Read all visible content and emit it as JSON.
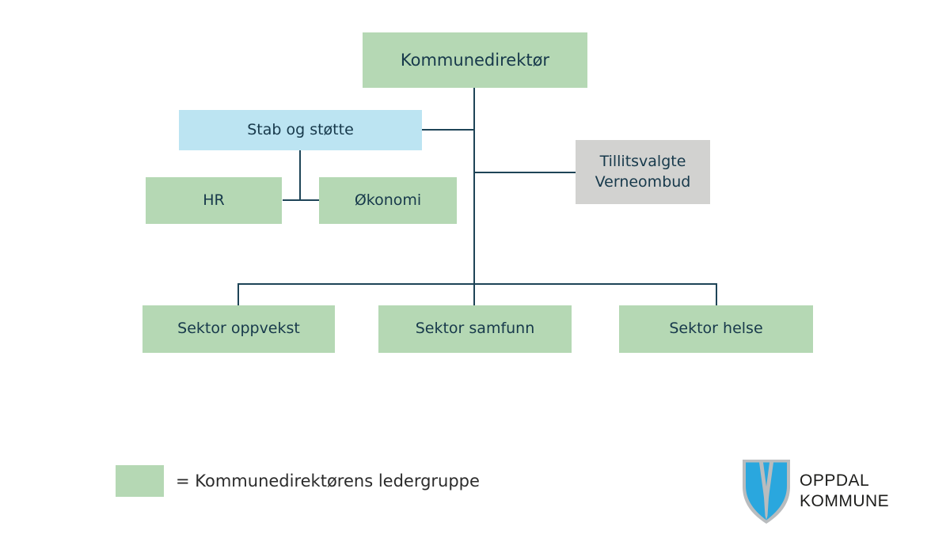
{
  "colors": {
    "node_green": "#b5d8b4",
    "node_blue": "#bce4f2",
    "node_gray": "#d2d2d0",
    "connector": "#1e4457",
    "box_text": "#17394b",
    "legend_text": "#2b2b2b",
    "logo_blue": "#2aa7de",
    "logo_gray": "#b9bcbe",
    "logo_text": "#1d1d1b"
  },
  "nodes": {
    "kommunedirektor": {
      "label": "Kommunedirektør"
    },
    "stab": {
      "label": "Stab og støtte"
    },
    "hr": {
      "label": "HR"
    },
    "okonomi": {
      "label": "Økonomi"
    },
    "tillitsvalgte": {
      "line1": "Tillitsvalgte",
      "line2": "Verneombud"
    },
    "oppvekst": {
      "label": "Sektor oppvekst"
    },
    "samfunn": {
      "label": "Sektor samfunn"
    },
    "helse": {
      "label": "Sektor helse"
    }
  },
  "legend": {
    "label": "= Kommunedirektørens ledergruppe"
  },
  "logo": {
    "line1": "OPPDAL",
    "line2": "KOMMUNE"
  }
}
